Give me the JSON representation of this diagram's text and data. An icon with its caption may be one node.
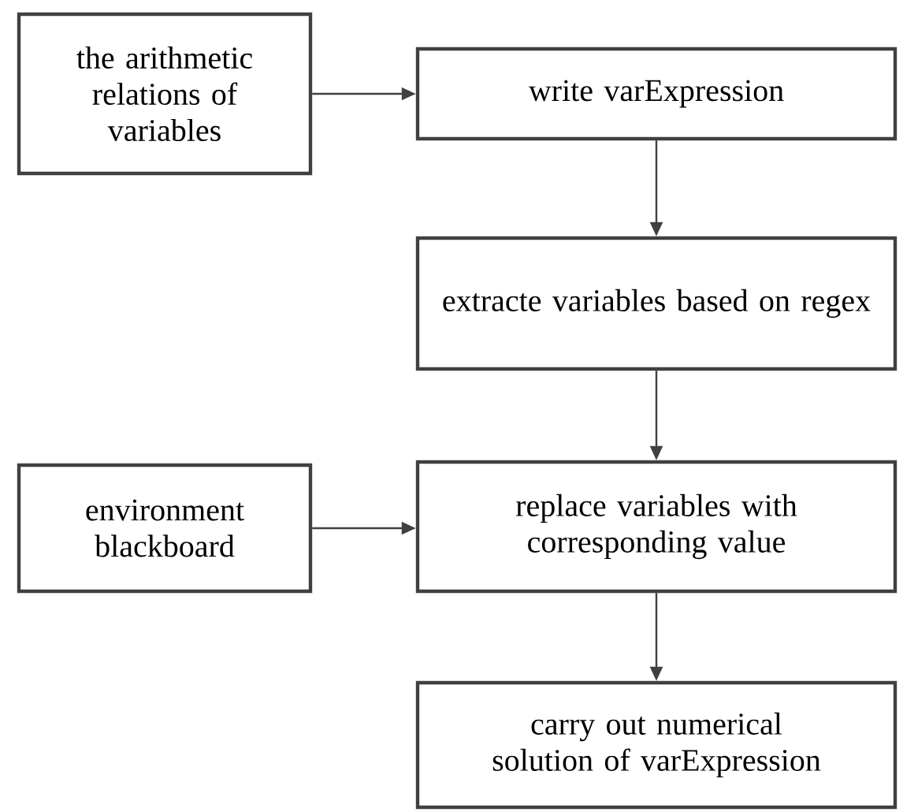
{
  "diagram": {
    "nodes": [
      {
        "text": [
          "the arithmetic relations of variables"
        ]
      },
      {
        "text": [
          "write varExpression"
        ]
      },
      {
        "text": [
          "extracte variables based on regex"
        ]
      },
      {
        "text": [
          "environment blackboard"
        ]
      },
      {
        "text": [
          "replace variables with corresponding value"
        ]
      },
      {
        "text": [
          "carry out numerical solution of varExpression"
        ]
      }
    ],
    "edges": [
      {
        "from": 0,
        "to": 1,
        "arrow": "to"
      },
      {
        "from": 1,
        "to": 2,
        "arrow": "to"
      },
      {
        "from": 2,
        "to": 4,
        "arrow": "to"
      },
      {
        "from": 3,
        "to": 4,
        "arrow": "to"
      },
      {
        "from": 4,
        "to": 5,
        "arrow": "to"
      }
    ]
  }
}
